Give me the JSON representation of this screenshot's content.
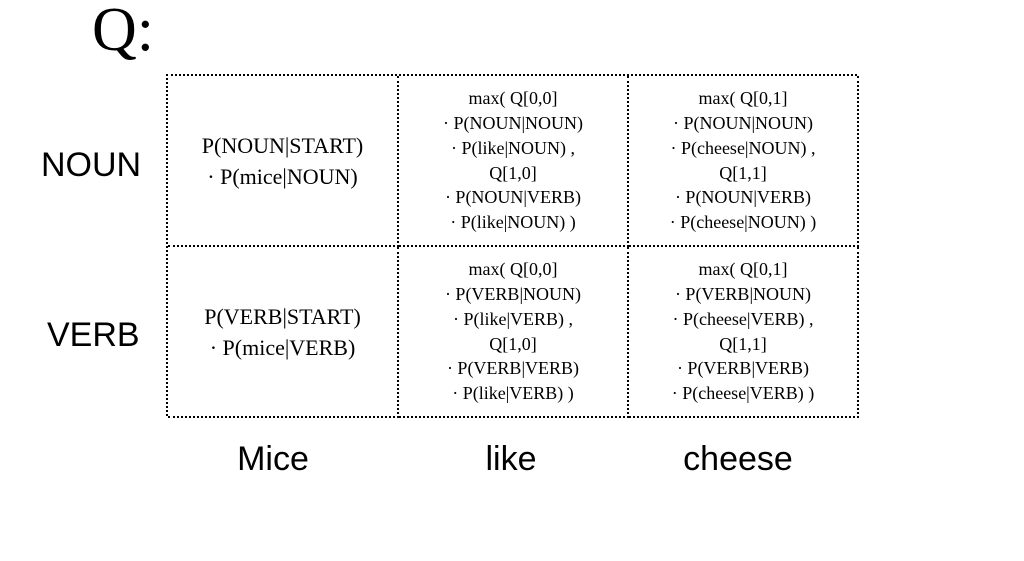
{
  "title": "Q:",
  "rows": [
    "NOUN",
    "VERB"
  ],
  "columns": [
    "Mice",
    "like",
    "cheese"
  ],
  "cells": [
    [
      [
        "P(NOUN|START)",
        "· P(mice|NOUN)"
      ],
      [
        "max( Q[0,0]",
        "· P(NOUN|NOUN)",
        "· P(like|NOUN) ,",
        "Q[1,0]",
        "· P(NOUN|VERB)",
        "· P(like|NOUN) )"
      ],
      [
        "max( Q[0,1]",
        "· P(NOUN|NOUN)",
        "· P(cheese|NOUN) ,",
        "Q[1,1]",
        "· P(NOUN|VERB)",
        "· P(cheese|NOUN) )"
      ]
    ],
    [
      [
        "P(VERB|START)",
        "· P(mice|VERB)"
      ],
      [
        "max( Q[0,0]",
        "· P(VERB|NOUN)",
        "· P(like|VERB) ,",
        "Q[1,0]",
        "· P(VERB|VERB)",
        "· P(like|VERB) )"
      ],
      [
        "max( Q[0,1]",
        "· P(VERB|NOUN)",
        "· P(cheese|VERB) ,",
        "Q[1,1]",
        "· P(VERB|VERB)",
        "· P(cheese|VERB) )"
      ]
    ]
  ]
}
